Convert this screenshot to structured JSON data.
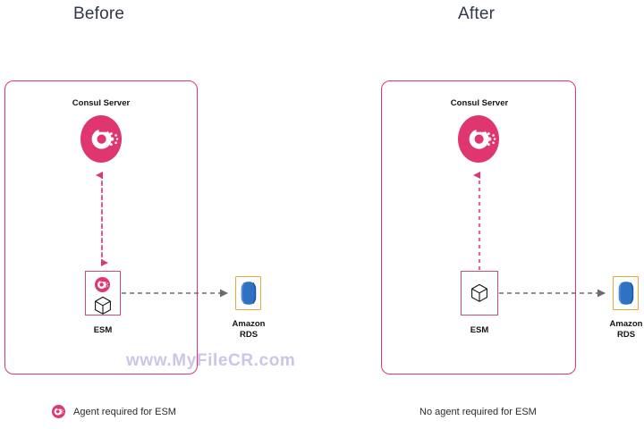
{
  "diagram": {
    "panels": [
      {
        "id": "before",
        "title": "Before",
        "server_label": "Consul Server",
        "esm_label": "ESM",
        "datastore_label_line1": "Amazon",
        "datastore_label_line2": "RDS",
        "legend_text": "Agent required for ESM",
        "legend_has_icon": true,
        "esm_has_agent": true,
        "server_icon": "consul-logo-icon",
        "esm_agent_icon": "consul-logo-icon",
        "esm_service_icon": "cube-icon",
        "datastore_icon": "amazon-rds-database-icon",
        "server_to_esm_connector": "bidirectional-dashed-arrow",
        "esm_to_datastore_connector": "dashed-arrow-right"
      },
      {
        "id": "after",
        "title": "After",
        "server_label": "Consul Server",
        "esm_label": "ESM",
        "datastore_label_line1": "Amazon",
        "datastore_label_line2": "RDS",
        "legend_text": "No agent required for ESM",
        "legend_has_icon": false,
        "esm_has_agent": false,
        "server_icon": "consul-logo-icon",
        "esm_service_icon": "cube-icon",
        "datastore_icon": "amazon-rds-database-icon",
        "server_to_esm_connector": "upward-dashed-arrow",
        "esm_to_datastore_connector": "dashed-arrow-right"
      }
    ]
  },
  "watermark": {
    "text": "www.MyFileCR.com"
  },
  "colors": {
    "consul_pink": "#e0366f",
    "panel_border": "#e0366f",
    "esm_border": "#d14b74",
    "rds_orange": "#f0a43a",
    "rds_blue": "#2f72c4",
    "connector_gray": "#6b6b6b",
    "title_navy": "#32374b",
    "watermark_lavender": "#c9c6ea",
    "background": "#ffffff"
  }
}
